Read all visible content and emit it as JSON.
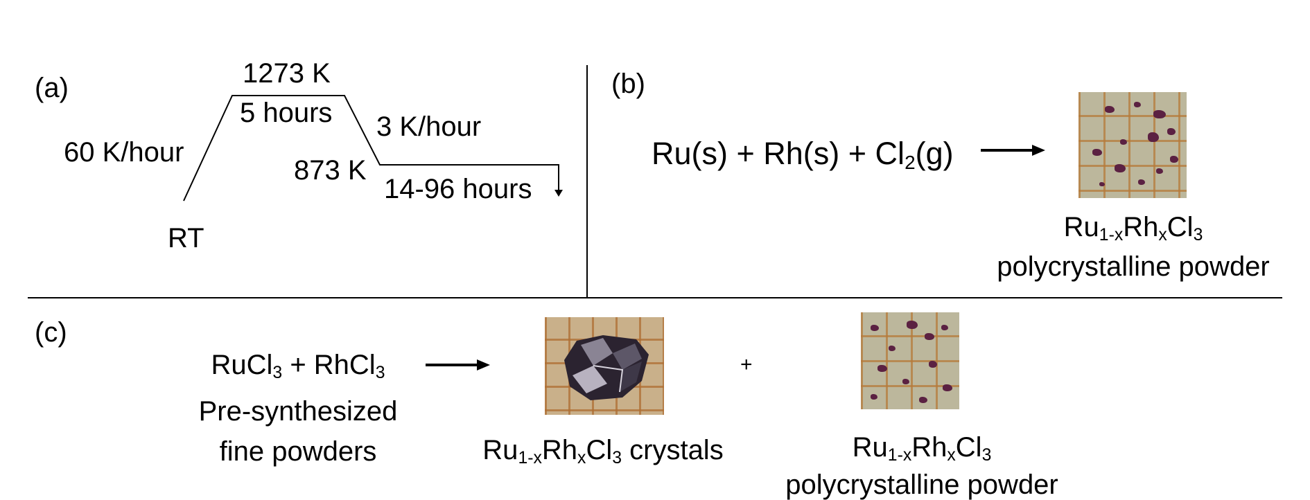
{
  "panel_a": {
    "label": "(a)",
    "peak_temp": "1273 K",
    "dwell_high": "5 hours",
    "ramp_up": "60 K/hour",
    "ramp_down": "3 K/hour",
    "low_temp": "873 K",
    "dwell_low": "14-96 hours",
    "start": "RT"
  },
  "panel_b": {
    "label": "(b)",
    "reaction_lhs": {
      "ru": "Ru(s) + Rh(s) + Cl",
      "cl_sub": "2",
      "tail": "(g)"
    },
    "product": {
      "formula": {
        "ru": "Ru",
        "ru_sub": "1-x",
        "rh": "Rh",
        "rh_sub": "x",
        "cl": "Cl",
        "cl_sub": "3"
      },
      "caption": "polycrystalline powder"
    }
  },
  "panel_c": {
    "label": "(c)",
    "reactants": {
      "a": "RuCl",
      "a_sub": "3",
      "plus": " + RhCl",
      "b_sub": "3"
    },
    "reactant_note_1": "Pre-synthesized",
    "reactant_note_2": "fine powders",
    "plus_sign": "+",
    "product_crystals": {
      "formula": {
        "ru": "Ru",
        "ru_sub": "1-x",
        "rh": "Rh",
        "rh_sub": "x",
        "cl": "Cl",
        "cl_sub": "3"
      },
      "suffix": " crystals"
    },
    "product_powder": {
      "formula": {
        "ru": "Ru",
        "ru_sub": "1-x",
        "rh": "Rh",
        "rh_sub": "x",
        "cl": "Cl",
        "cl_sub": "3"
      },
      "caption": "polycrystalline powder"
    }
  },
  "colors": {
    "line": "#000000",
    "powder_flecks": "#5b2142",
    "grid_paper": "#bcb79c"
  }
}
